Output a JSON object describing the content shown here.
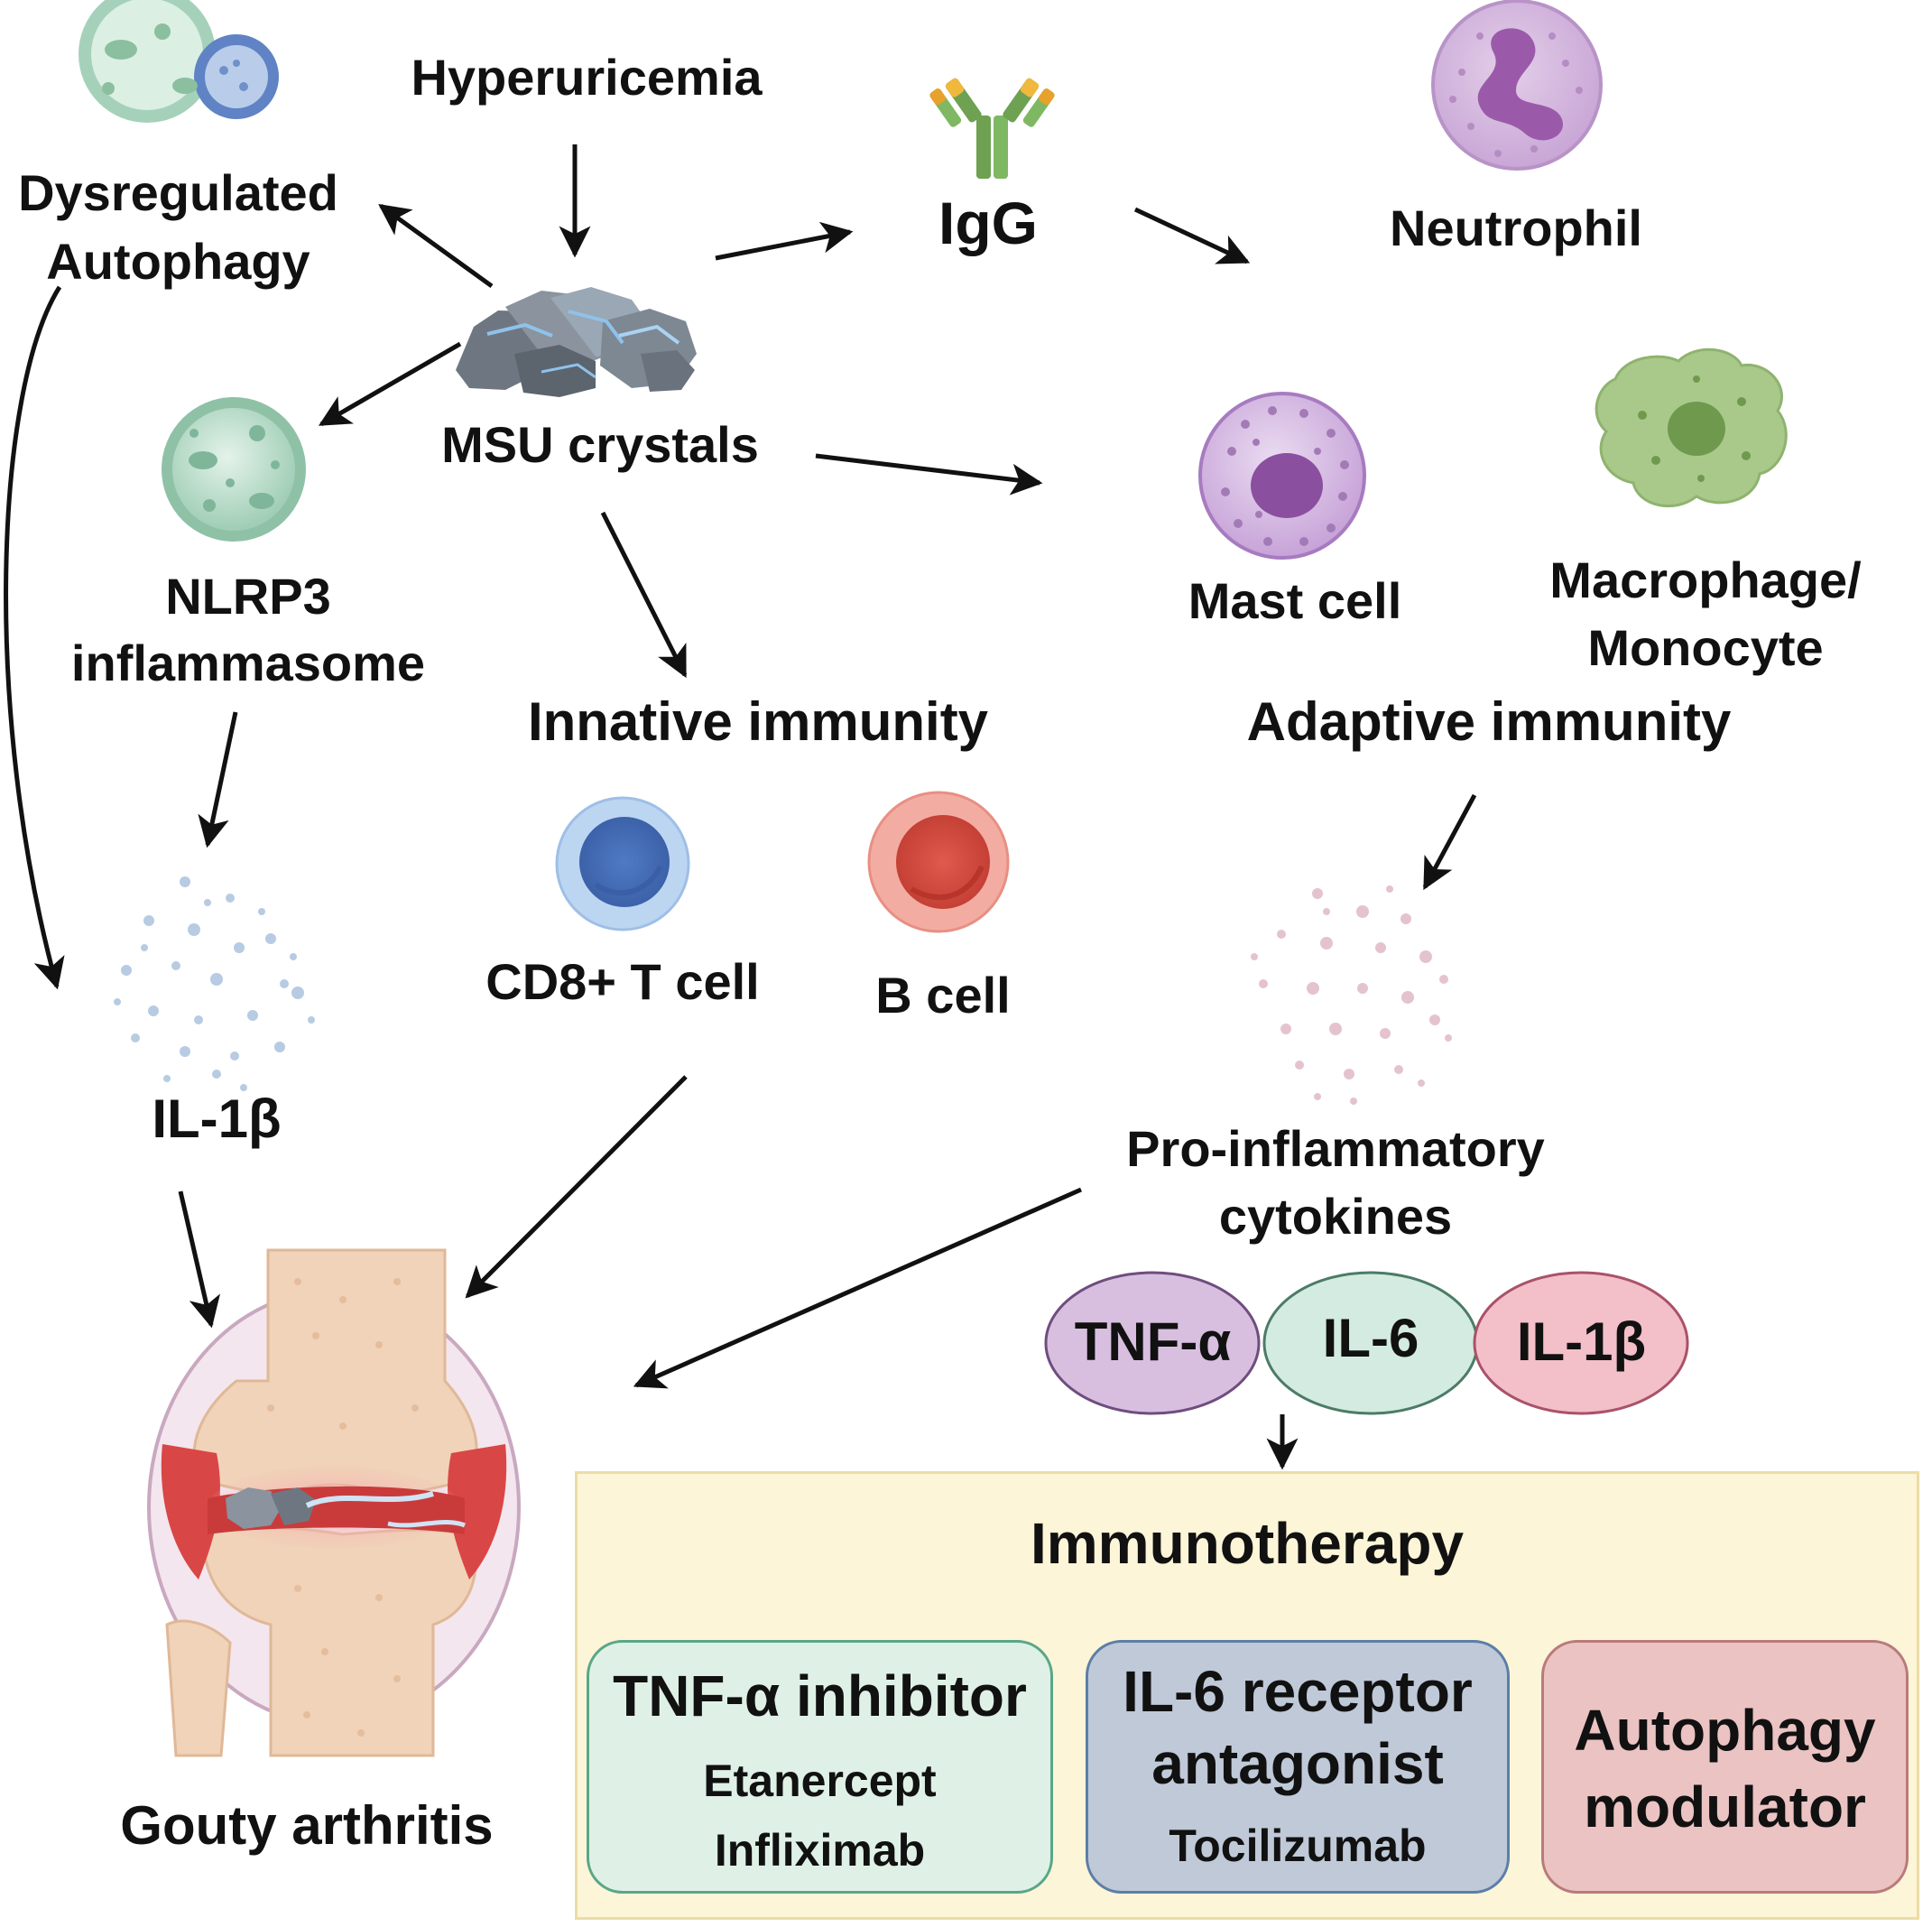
{
  "labels": {
    "hyperuricemia": "Hyperuricemia",
    "dysregulated": "Dysregulated",
    "autophagy": "Autophagy",
    "igg": "IgG",
    "neutrophil": "Neutrophil",
    "msu_crystals": "MSU crystals",
    "nlrp3": "NLRP3",
    "inflammasome": "inflammasome",
    "mast_cell": "Mast cell",
    "macrophage": "Macrophage/",
    "monocyte": "Monocyte",
    "innative_immunity": "Innative immunity",
    "adaptive_immunity": "Adaptive immunity",
    "cd8_t_cell": "CD8+ T cell",
    "b_cell": "B cell",
    "il1b_left": "IL-1β",
    "pro_inflammatory": "Pro-inflammatory",
    "cytokines": "cytokines",
    "gouty_arthritis": "Gouty arthritis"
  },
  "cytokine_ovals": {
    "tnf": "TNF-α",
    "il6": "IL-6",
    "il1b": "IL-1β"
  },
  "immunotherapy": {
    "title": "Immunotherapy",
    "tnf_inhibitor": {
      "title": "TNF-α inhibitor",
      "drug1": "Etanercept",
      "drug2": "Infliximab"
    },
    "il6_antagonist": {
      "title1": "IL-6 receptor",
      "title2": "antagonist",
      "drug1": "Tocilizumab"
    },
    "autophagy_modulator": {
      "title1": "Autophagy",
      "title2": "modulator"
    }
  },
  "colors": {
    "neutrophil": "#c9a6d6",
    "mast_cell": "#c7a3d8",
    "macrophage": "#a9c98a",
    "cd8": "#5b84c7",
    "bcell": "#d9544a",
    "tnf_oval": "#d8bfe0",
    "il6_oval": "#d3ebe0",
    "il1b_oval": "#f3bfc8",
    "immunotherapy_bg": "#fcf5d8",
    "tnf_box": "#dff1e6",
    "il6_box": "#bfc9d8",
    "autophagy_box": "#ebc3c3"
  },
  "icons": [
    "autophagy-cell-icon",
    "crystals-icon",
    "antibody-icon",
    "neutrophil-icon",
    "nlrp3-cell-icon",
    "mast-cell-icon",
    "macrophage-icon",
    "t-cell-icon",
    "b-cell-icon",
    "cytokine-dots-icon",
    "knee-joint-icon"
  ]
}
